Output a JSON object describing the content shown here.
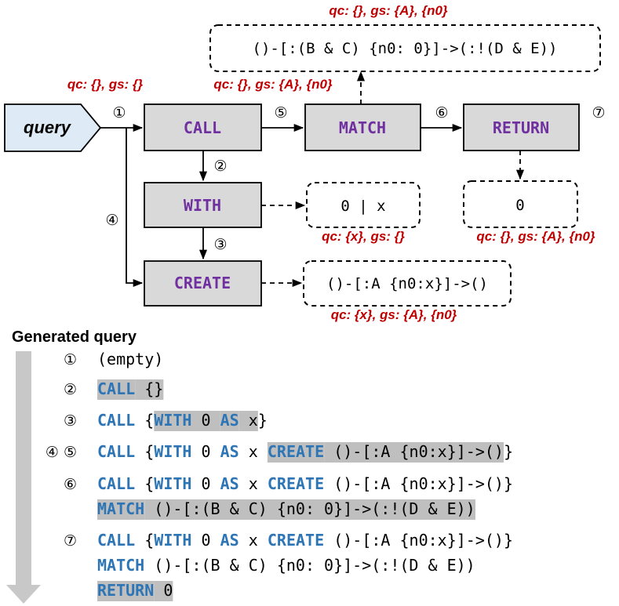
{
  "entry": {
    "label": "query"
  },
  "clauses": {
    "call": "CALL",
    "with": "WITH",
    "create": "CREATE",
    "match": "MATCH",
    "return": "RETURN"
  },
  "results": {
    "match": "()-[:(B & C) {n0: 0}]->(:!(D & E))",
    "with": "0 | x",
    "create": "()-[:A {n0:x}]->()",
    "return": "0"
  },
  "states": {
    "match_result": "qc: {}, gs: {A}, {n0}",
    "call_in": "qc: {}, gs: {}",
    "match_in": "qc: {}, gs: {A}, {n0}",
    "with_out": "qc: {x}, gs: {}",
    "return_out": "qc: {}, gs: {A}, {n0}",
    "create_out": "qc: {x}, gs: {A}, {n0}"
  },
  "steps": {
    "s1": "①",
    "s2": "②",
    "s3": "③",
    "s4": "④",
    "s5": "⑤",
    "s6": "⑥",
    "s7": "⑦"
  },
  "generated": {
    "heading": "Generated query",
    "rows": [
      {
        "label": "①",
        "parts": [
          {
            "t": "(empty)",
            "k": false,
            "h": false
          }
        ]
      },
      {
        "label": "②",
        "parts": [
          {
            "t": "CALL",
            "k": true,
            "h": true
          },
          {
            "t": " {}",
            "k": false,
            "h": true
          }
        ]
      },
      {
        "label": "③",
        "parts": [
          {
            "t": "CALL",
            "k": true,
            "h": false
          },
          {
            "t": " {",
            "k": false,
            "h": false
          },
          {
            "t": "WITH",
            "k": true,
            "h": true
          },
          {
            "t": " 0 ",
            "k": false,
            "h": true
          },
          {
            "t": "AS",
            "k": true,
            "h": true
          },
          {
            "t": " x",
            "k": false,
            "h": true
          },
          {
            "t": "}",
            "k": false,
            "h": false
          }
        ]
      },
      {
        "label": "④ ⑤",
        "parts": [
          {
            "t": "CALL",
            "k": true,
            "h": false
          },
          {
            "t": " {",
            "k": false,
            "h": false
          },
          {
            "t": "WITH",
            "k": true,
            "h": false
          },
          {
            "t": " 0 ",
            "k": false,
            "h": false
          },
          {
            "t": "AS",
            "k": true,
            "h": false
          },
          {
            "t": " x ",
            "k": false,
            "h": false
          },
          {
            "t": "CREATE",
            "k": true,
            "h": true
          },
          {
            "t": " ()-[:A {n0:x}]->()",
            "k": false,
            "h": true
          },
          {
            "t": "}",
            "k": false,
            "h": false
          }
        ]
      },
      {
        "label": "⑥",
        "parts": [
          {
            "t": "CALL",
            "k": true,
            "h": false
          },
          {
            "t": " {",
            "k": false,
            "h": false
          },
          {
            "t": "WITH",
            "k": true,
            "h": false
          },
          {
            "t": " 0 ",
            "k": false,
            "h": false
          },
          {
            "t": "AS",
            "k": true,
            "h": false
          },
          {
            "t": " x ",
            "k": false,
            "h": false
          },
          {
            "t": "CREATE",
            "k": true,
            "h": false
          },
          {
            "t": " ()-[:A {n0:x}]->()}",
            "k": false,
            "h": false
          }
        ]
      },
      {
        "label": "",
        "parts": [
          {
            "t": "MATCH",
            "k": true,
            "h": true
          },
          {
            "t": " ()-[:(B & C) {n0: 0}]->(:!(D & E))",
            "k": false,
            "h": true
          }
        ]
      },
      {
        "label": "⑦",
        "parts": [
          {
            "t": "CALL",
            "k": true,
            "h": false
          },
          {
            "t": " {",
            "k": false,
            "h": false
          },
          {
            "t": "WITH",
            "k": true,
            "h": false
          },
          {
            "t": " 0 ",
            "k": false,
            "h": false
          },
          {
            "t": "AS",
            "k": true,
            "h": false
          },
          {
            "t": " x ",
            "k": false,
            "h": false
          },
          {
            "t": "CREATE",
            "k": true,
            "h": false
          },
          {
            "t": " ()-[:A {n0:x}]->()}",
            "k": false,
            "h": false
          }
        ]
      },
      {
        "label": "",
        "parts": [
          {
            "t": "MATCH",
            "k": true,
            "h": false
          },
          {
            "t": " ()-[:(B & C) {n0: 0}]->(:!(D & E))",
            "k": false,
            "h": false
          }
        ]
      },
      {
        "label": "",
        "parts": [
          {
            "t": "RETURN",
            "k": true,
            "h": true
          },
          {
            "t": " 0",
            "k": false,
            "h": true
          }
        ]
      }
    ]
  },
  "colors": {
    "clause_fill": "#d9d9d9",
    "clause_text": "#7030a0",
    "keyword": "#2e75b6",
    "state_text": "#c00000",
    "entry_fill": "#deebf7",
    "highlight": "#bfbfbf",
    "timeline": "#c8c8c8"
  }
}
